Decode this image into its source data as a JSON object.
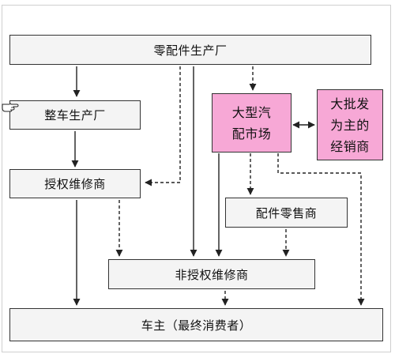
{
  "nodes": {
    "parts_maker": "零配件生产厂",
    "car_maker": "整车生产厂",
    "auth_repair": "授权维修商",
    "big_market": [
      "大型汽",
      "配市场"
    ],
    "wholesaler": [
      "大批发",
      "为主的",
      "经销商"
    ],
    "retailer": "配件零售商",
    "unauth_repair": "非授权维修商",
    "car_owner": "车主（最终消费者）"
  },
  "colors": {
    "box_fill": "#f4f4f4",
    "highlight_fill": "#f7a8d6",
    "line": "#222222"
  },
  "icons": [
    "pointing-hand-cursor-icon"
  ]
}
